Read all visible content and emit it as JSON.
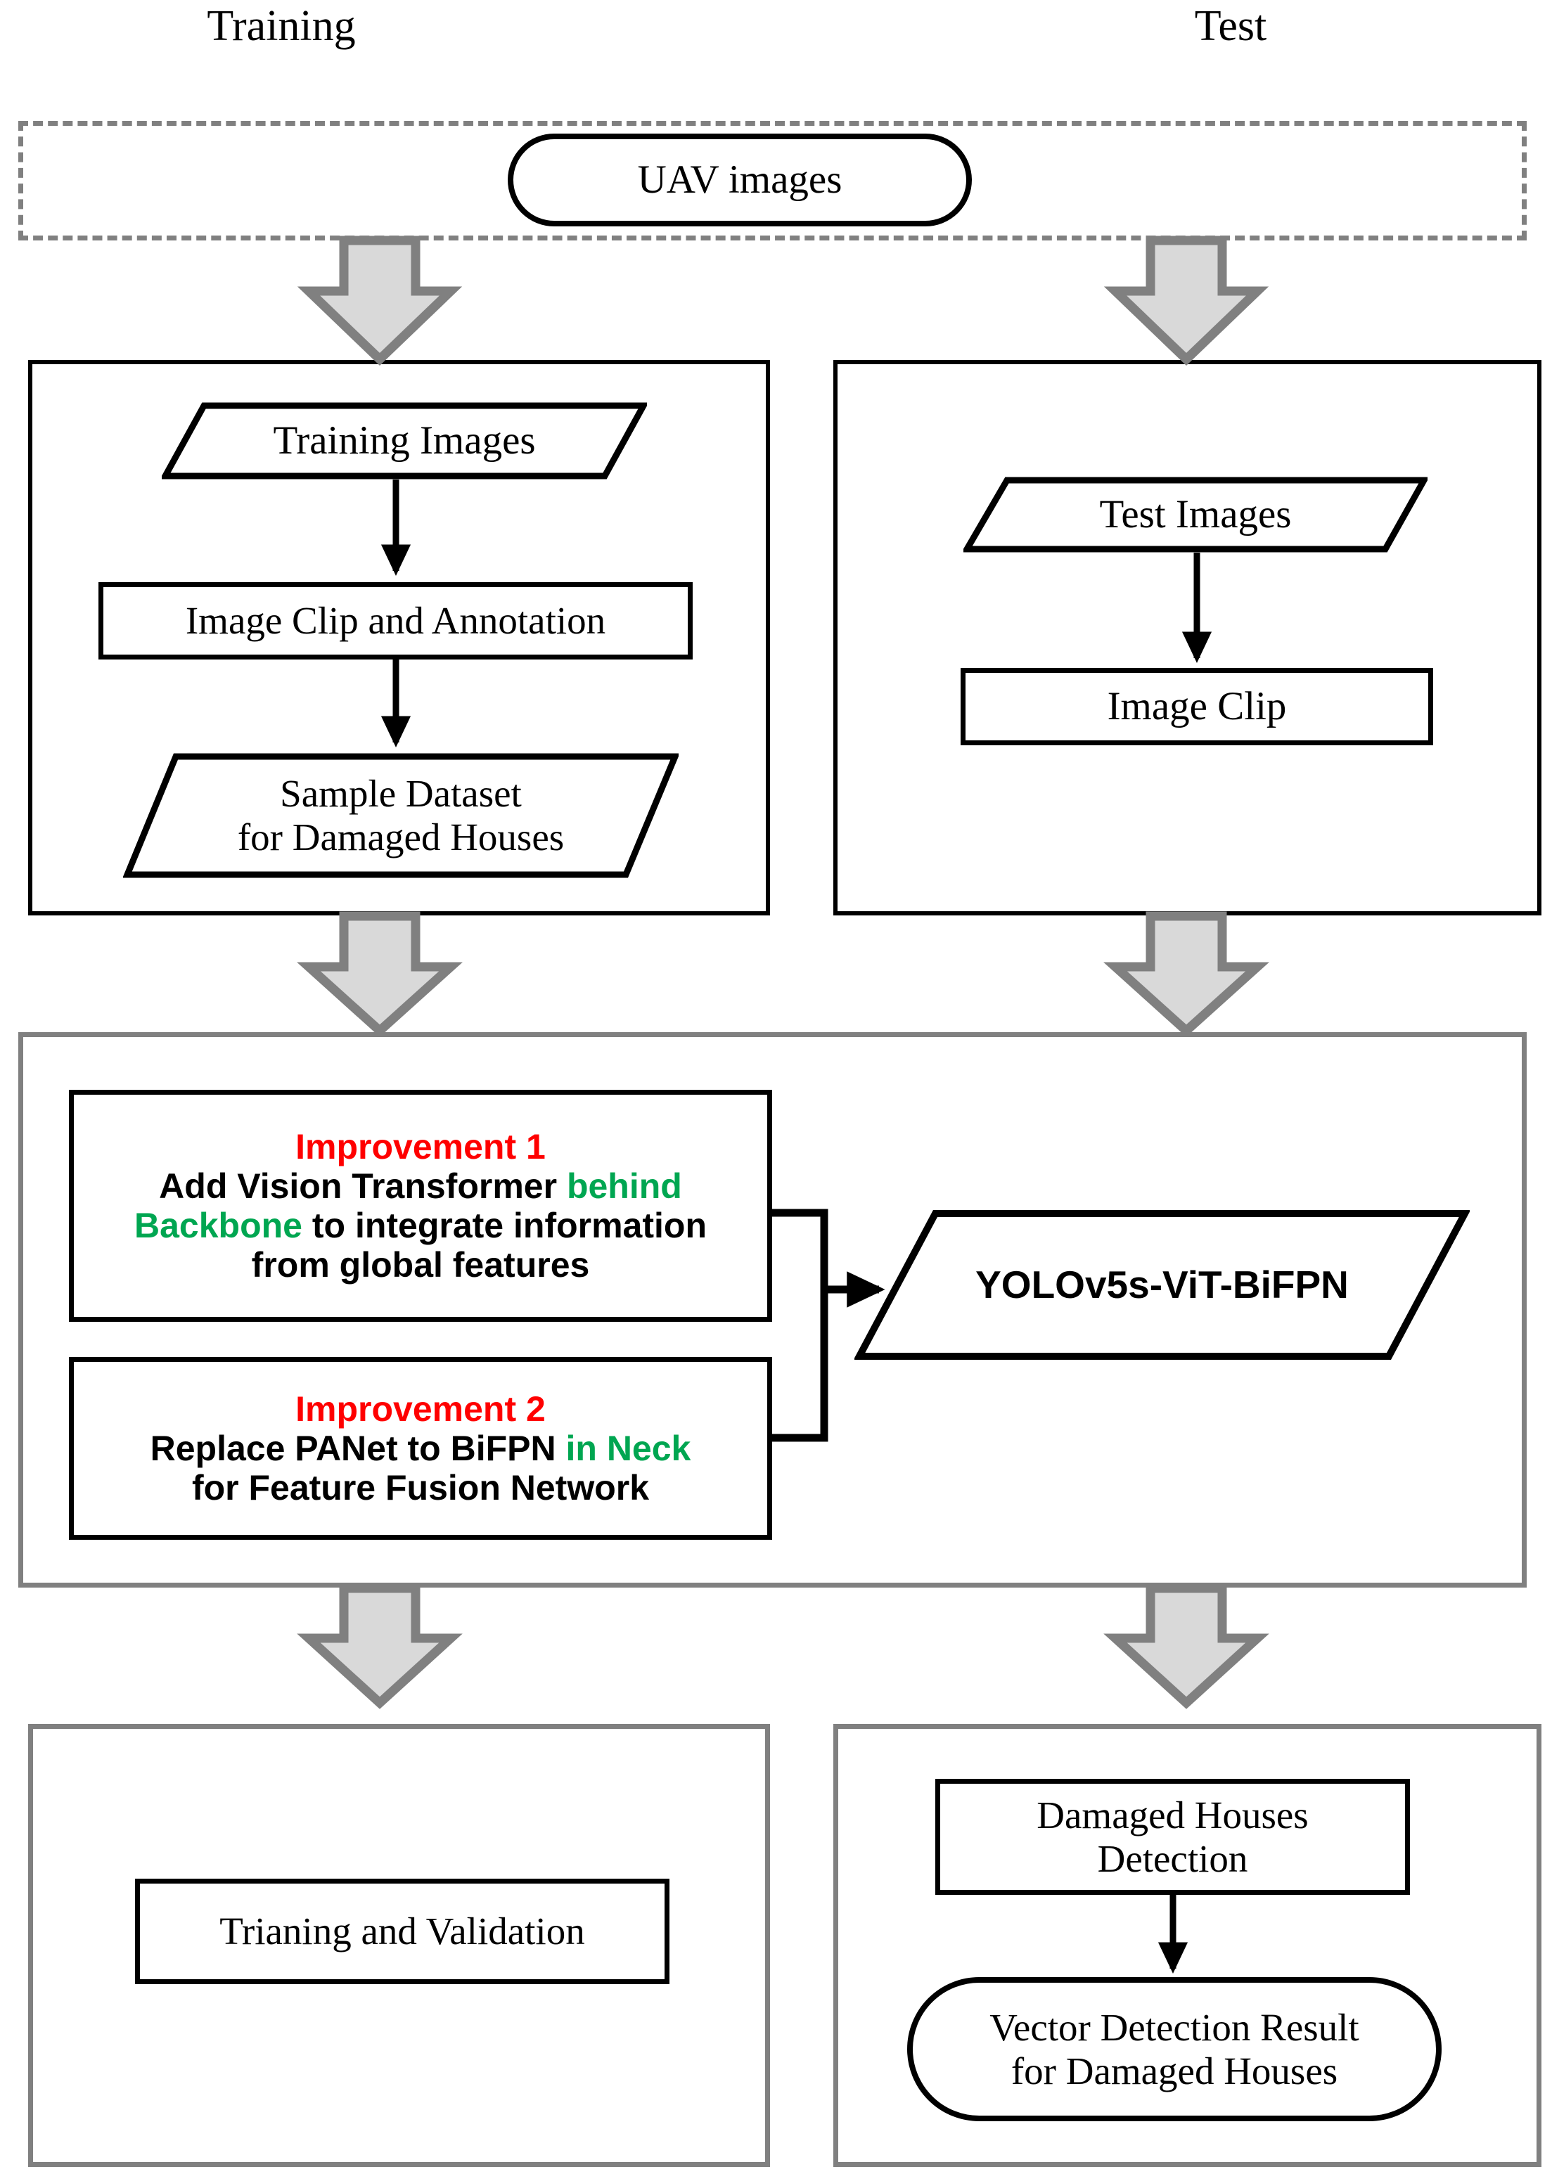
{
  "columns": {
    "training_title": "Training",
    "test_title": "Test"
  },
  "source": {
    "uav_images": "UAV images"
  },
  "training_stage": {
    "training_images": "Training Images",
    "image_clip_annotation": "Image Clip and Annotation",
    "sample_dataset_line1": "Sample Dataset",
    "sample_dataset_line2": "for Damaged Houses"
  },
  "test_stage": {
    "test_images": "Test Images",
    "image_clip": "Image Clip"
  },
  "model_stage": {
    "improvement1": {
      "header": "Improvement 1",
      "line1_a": "Add Vision Transformer ",
      "line1_b": "behind",
      "line2_a": "Backbone",
      "line2_b": " to integrate information",
      "line3": "from global features"
    },
    "improvement2": {
      "header": "Improvement 2",
      "line1_a": "Replace PANet to BiFPN ",
      "line1_b": "in Neck",
      "line2": "for Feature Fusion Network"
    },
    "model_name": "YOLOv5s-ViT-BiFPN"
  },
  "output_stage": {
    "training_validation": "Trianing and Validation",
    "damaged_houses_detection_line1": "Damaged Houses",
    "damaged_houses_detection_line2": "Detection",
    "vector_result_line1": "Vector Detection Result",
    "vector_result_line2": "for Damaged Houses"
  },
  "colors": {
    "improvement_header": "#ff0000",
    "highlight": "#00a651",
    "block_arrow_fill": "#d9d9d9",
    "block_arrow_stroke": "#808080",
    "container_gray": "#808080",
    "stroke_black": "#000000"
  },
  "chart_data": {
    "type": "diagram",
    "title": "UAV damaged-house detection workflow",
    "nodes": [
      {
        "id": "uav",
        "label": "UAV images",
        "shape": "stadium"
      },
      {
        "id": "train_img",
        "label": "Training Images",
        "shape": "parallelogram"
      },
      {
        "id": "clip_ann",
        "label": "Image Clip and Annotation",
        "shape": "rectangle"
      },
      {
        "id": "sample_ds",
        "label": "Sample Dataset for Damaged Houses",
        "shape": "parallelogram"
      },
      {
        "id": "test_img",
        "label": "Test Images",
        "shape": "parallelogram"
      },
      {
        "id": "clip",
        "label": "Image Clip",
        "shape": "rectangle"
      },
      {
        "id": "imp1",
        "label": "Improvement 1",
        "shape": "rectangle"
      },
      {
        "id": "imp2",
        "label": "Improvement 2",
        "shape": "rectangle"
      },
      {
        "id": "model",
        "label": "YOLOv5s-ViT-BiFPN",
        "shape": "parallelogram"
      },
      {
        "id": "train_val",
        "label": "Trianing and Validation",
        "shape": "rectangle"
      },
      {
        "id": "detect",
        "label": "Damaged Houses Detection",
        "shape": "rectangle"
      },
      {
        "id": "vector",
        "label": "Vector Detection Result for Damaged Houses",
        "shape": "stadium"
      }
    ],
    "edges": [
      {
        "from": "uav",
        "to": "train_img",
        "style": "block-arrow"
      },
      {
        "from": "uav",
        "to": "test_img",
        "style": "block-arrow"
      },
      {
        "from": "train_img",
        "to": "clip_ann",
        "style": "arrow"
      },
      {
        "from": "clip_ann",
        "to": "sample_ds",
        "style": "arrow"
      },
      {
        "from": "test_img",
        "to": "clip",
        "style": "arrow"
      },
      {
        "from": "sample_ds",
        "to": "imp1",
        "style": "block-arrow"
      },
      {
        "from": "clip",
        "to": "model",
        "style": "block-arrow"
      },
      {
        "from": "imp1",
        "to": "model",
        "style": "arrow"
      },
      {
        "from": "imp2",
        "to": "model",
        "style": "arrow"
      },
      {
        "from": "model",
        "to": "train_val",
        "style": "block-arrow"
      },
      {
        "from": "model",
        "to": "detect",
        "style": "block-arrow"
      },
      {
        "from": "detect",
        "to": "vector",
        "style": "arrow"
      }
    ]
  }
}
